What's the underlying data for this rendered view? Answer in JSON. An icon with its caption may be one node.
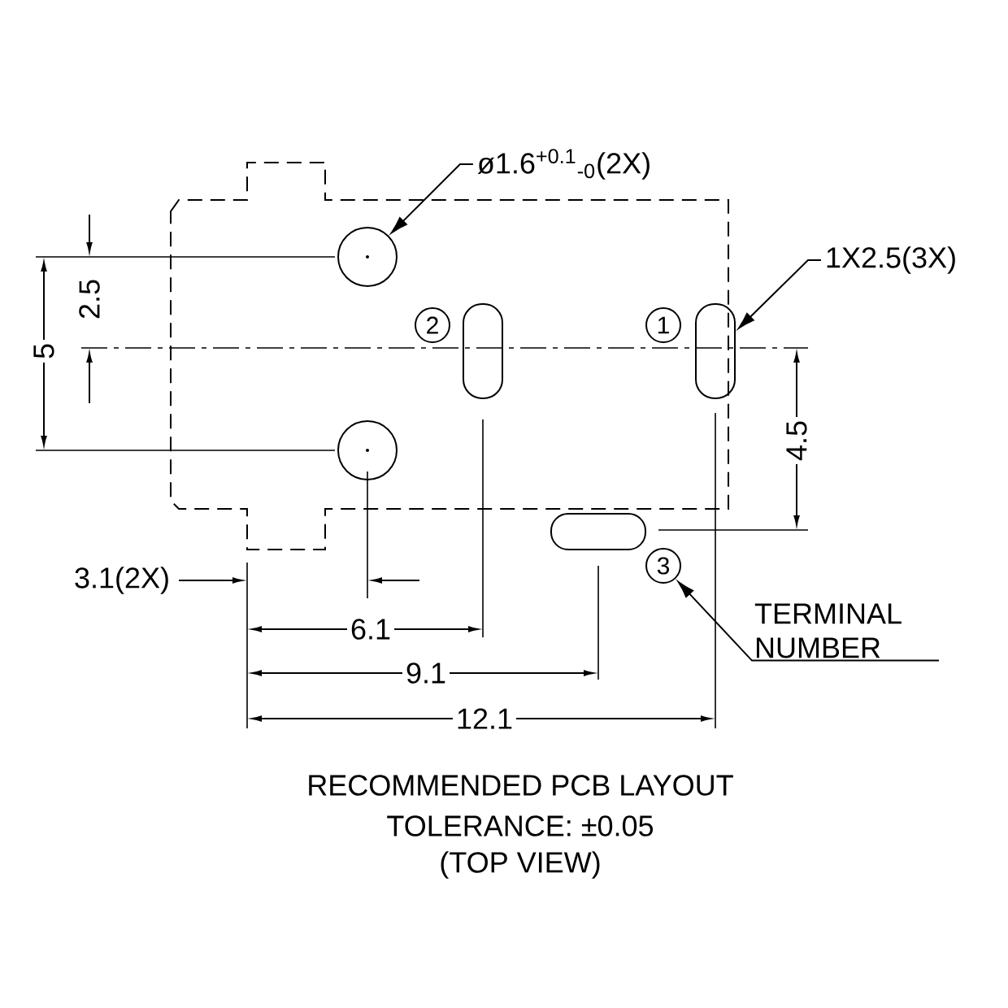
{
  "diagram": {
    "caption": "RECOMMENDED PCB LAYOUT",
    "nodes": [
      {
        "text": [
          "ø1.6$^{+0.1}$$_{-0}$(2X)"
        ]
      },
      {
        "text": [],
        "shape": "circle"
      },
      {
        "text": [],
        "shape": "circle"
      },
      {
        "text": [
          "1X2.5(3X)"
        ]
      },
      {
        "text": [],
        "shape": "slot"
      },
      {
        "text": [],
        "shape": "slot"
      },
      {
        "text": [],
        "shape": "slot"
      },
      {
        "text": [
          "1"
        ]
      },
      {
        "text": [
          "2"
        ]
      },
      {
        "text": [
          "3"
        ]
      },
      {
        "text": [
          "TERMINAL NUMBER"
        ]
      }
    ],
    "edges": [
      {
        "from": 0,
        "to": 1,
        "arrow": "to"
      },
      {
        "from": 3,
        "to": 4,
        "arrow": "to"
      },
      {
        "from": 10,
        "to": 9,
        "arrow": "to"
      }
    ],
    "labels": [
      "2.5",
      "5",
      "4.5",
      "3.1(2X)",
      "6.1",
      "9.1",
      "12.1",
      "TOLERANCE: ±0.05",
      "(TOP VIEW)"
    ]
  }
}
